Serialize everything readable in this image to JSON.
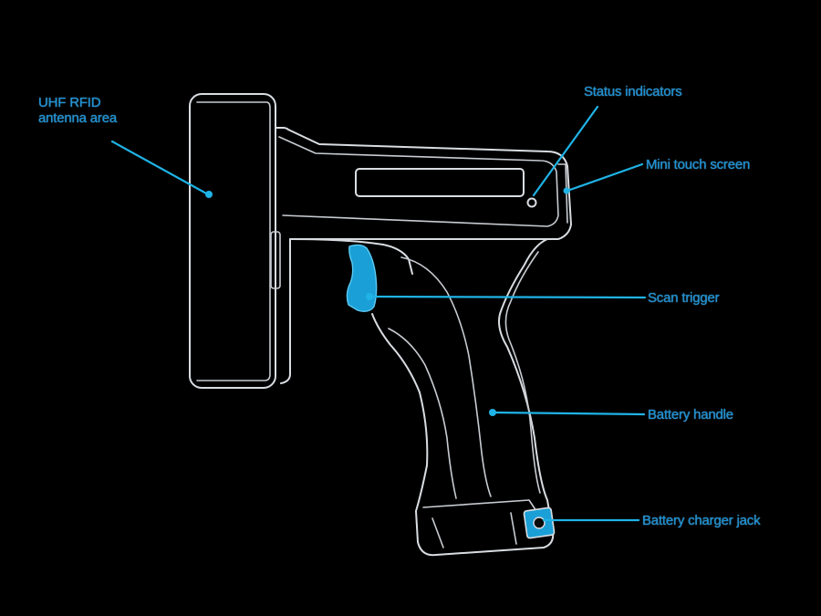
{
  "labels": {
    "antenna": [
      "UHF RFID",
      "antenna area"
    ],
    "status": "Status indicators",
    "touch": "Mini touch screen",
    "trigger": "Scan trigger",
    "handle": "Battery handle",
    "charger": "Battery charger jack"
  },
  "colors": {
    "background": "#000000",
    "outline": "#d9dde2",
    "accent": "#1fb3e6",
    "label_text": "#1e8fd6"
  }
}
